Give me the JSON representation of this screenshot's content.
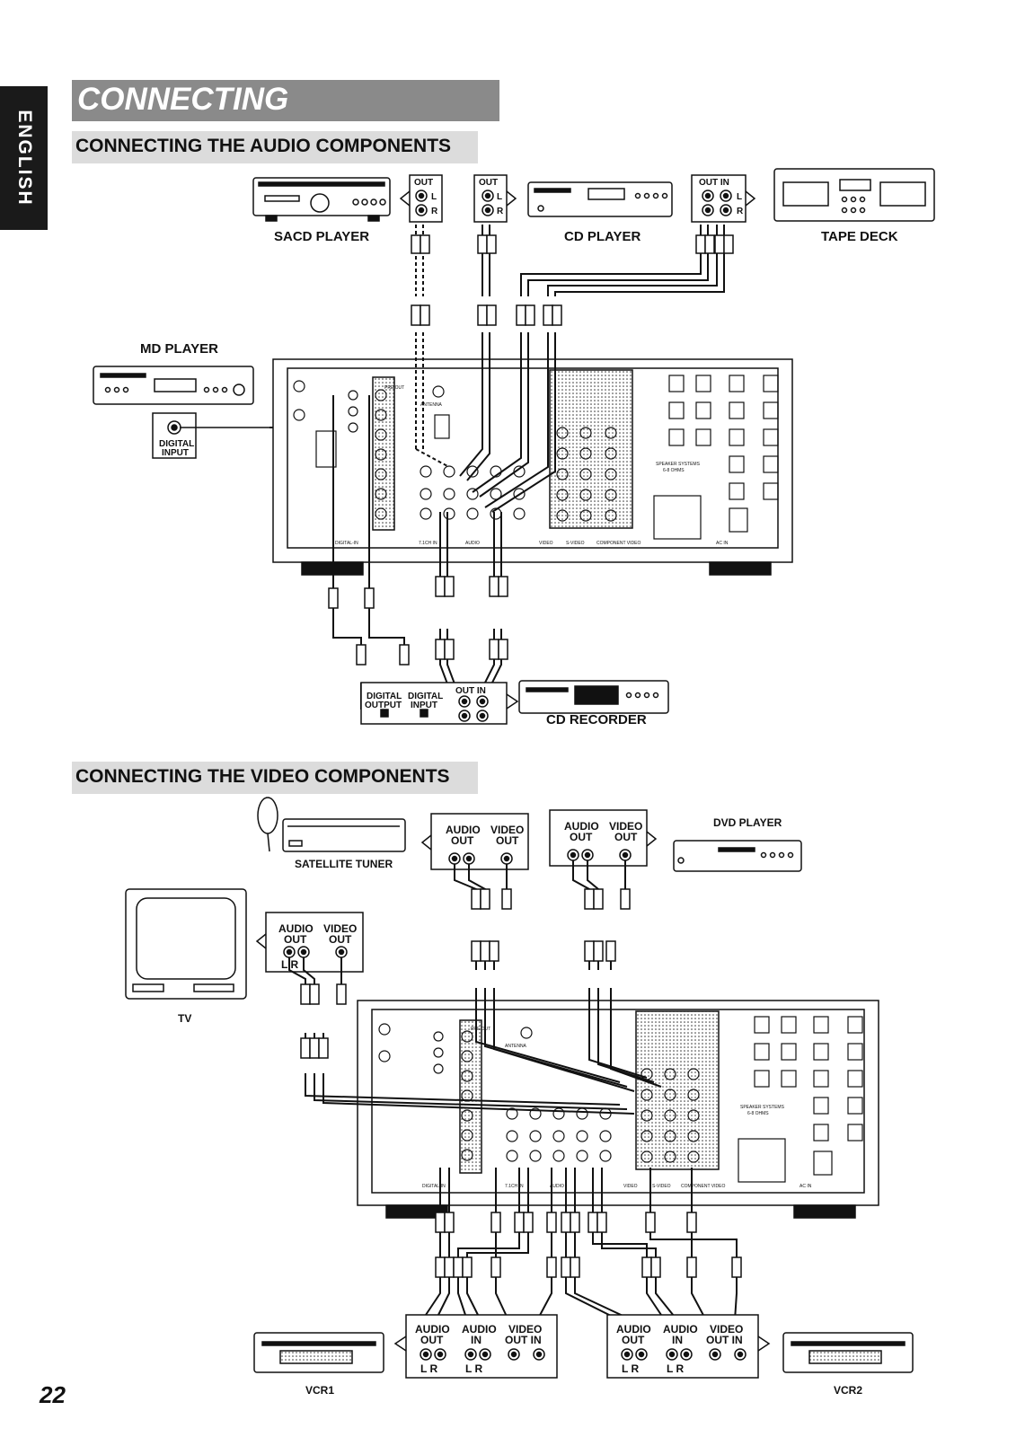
{
  "language_tab": "ENGLISH",
  "page_title": "CONNECTING",
  "audio_section": {
    "heading": "CONNECTING THE AUDIO COMPONENTS",
    "sacd_player": "SACD PLAYER",
    "cd_player": "CD PLAYER",
    "tape_deck": "TAPE DECK",
    "md_player": "MD PLAYER",
    "cd_recorder": "CD RECORDER",
    "digital_input_line1": "DIGITAL",
    "digital_input_line2": "INPUT",
    "digital_output_line1": "DIGITAL",
    "digital_output_line2": "OUTPUT",
    "out": "OUT",
    "in": "IN",
    "out_in": "OUT  IN",
    "l": "L",
    "r": "R"
  },
  "video_section": {
    "heading": "CONNECTING THE VIDEO COMPONENTS",
    "satellite_tuner": "SATELLITE TUNER",
    "dvd_player": "DVD PLAYER",
    "tv": "TV",
    "vcr1": "VCR1",
    "vcr2": "VCR2",
    "audio": "AUDIO",
    "video": "VIDEO",
    "out": "OUT",
    "in": "IN",
    "out_in": "OUT  IN",
    "l_r": "L  R"
  },
  "receiver_labels": {
    "digital_in": "DIGITAL-IN",
    "ac_in": "AC IN",
    "speaker_systems": "SPEAKER SYSTEMS",
    "ohms": "6-8 OHMS",
    "audio": "AUDIO",
    "video": "VIDEO",
    "s_video": "S-VIDEO",
    "component_video": "COMPONENT VIDEO",
    "ch_input": "7.1CH IN",
    "pre_out": "PRE OUT",
    "antenna": "ANTENNA"
  },
  "page_number": "22",
  "colors": {
    "ink": "#111111",
    "title_bar": "#8a8a8a",
    "section_bar": "#dcdcdc",
    "side_tab": "#1a1a1a"
  }
}
